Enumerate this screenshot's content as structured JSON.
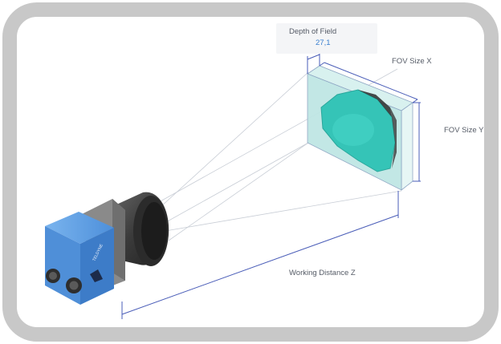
{
  "labels": {
    "depth_of_field": "Depth of Field",
    "depth_of_field_value": "27,1",
    "fov_size_x": "FOV Size X",
    "fov_size_y": "FOV Size Y",
    "working_distance_z": "Working Distance Z"
  },
  "colors": {
    "frame_border": "#c9c9c9",
    "camera_body": "#5f9ee3",
    "fov_box": "#bfe6e4",
    "object": "#35c4b7",
    "dimension_line": "#4a5db8",
    "value_text": "#3a7fd0"
  },
  "icons": {
    "camera": "machine-vision-camera",
    "target": "inspection-object"
  }
}
